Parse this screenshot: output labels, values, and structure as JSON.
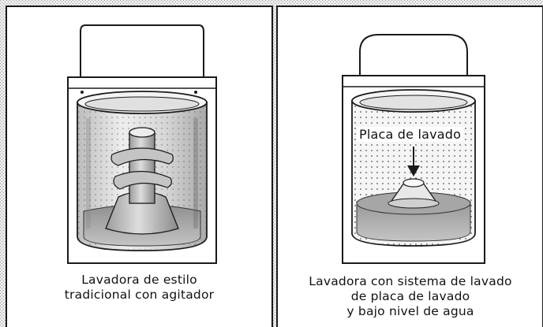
{
  "panels": [
    {
      "caption_lines": [
        "Lavadora de estilo",
        "tradicional con agitador"
      ]
    },
    {
      "caption_lines": [
        "Lavadora con sistema de lavado",
        "de placa de lavado",
        "y bajo nivel de agua"
      ],
      "callout": "Placa de lavado"
    }
  ],
  "colors": {
    "border_dark": "#1a1a1a",
    "texture_bg": "#d9d9d9",
    "panel_bg": "#ffffff",
    "tub_gray": "#c8c8c8",
    "water_gray": "#9a9a9a",
    "agitator_gray": "#b0b0b0"
  }
}
